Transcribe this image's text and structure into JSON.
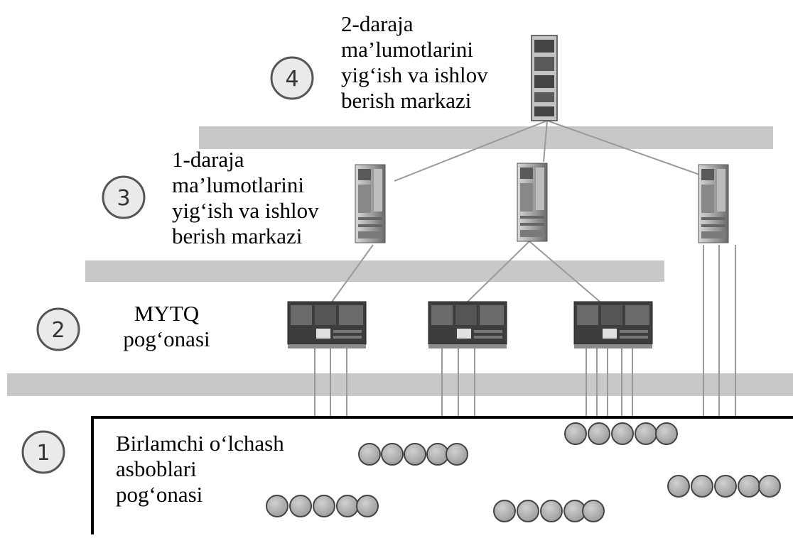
{
  "levels": [
    {
      "number": "4",
      "label": "2-daraja\nma’lumotlarini\nyig‘ish va ishlov\nberish markazi"
    },
    {
      "number": "3",
      "label": "1-daraja\nma’lumotlarini\nyig‘ish va ishlov\nberish markazi"
    },
    {
      "number": "2",
      "label": "MYTQ\npog‘onasi"
    },
    {
      "number": "1",
      "label": "Birlamchi o‘lchash\nasboblari\npog‘onasi"
    }
  ],
  "colors": {
    "band": "#c8c8c8",
    "circle_fill": "#b8b8b8",
    "device_dark": "#3d3d3d",
    "line": "#9a9a9a"
  }
}
